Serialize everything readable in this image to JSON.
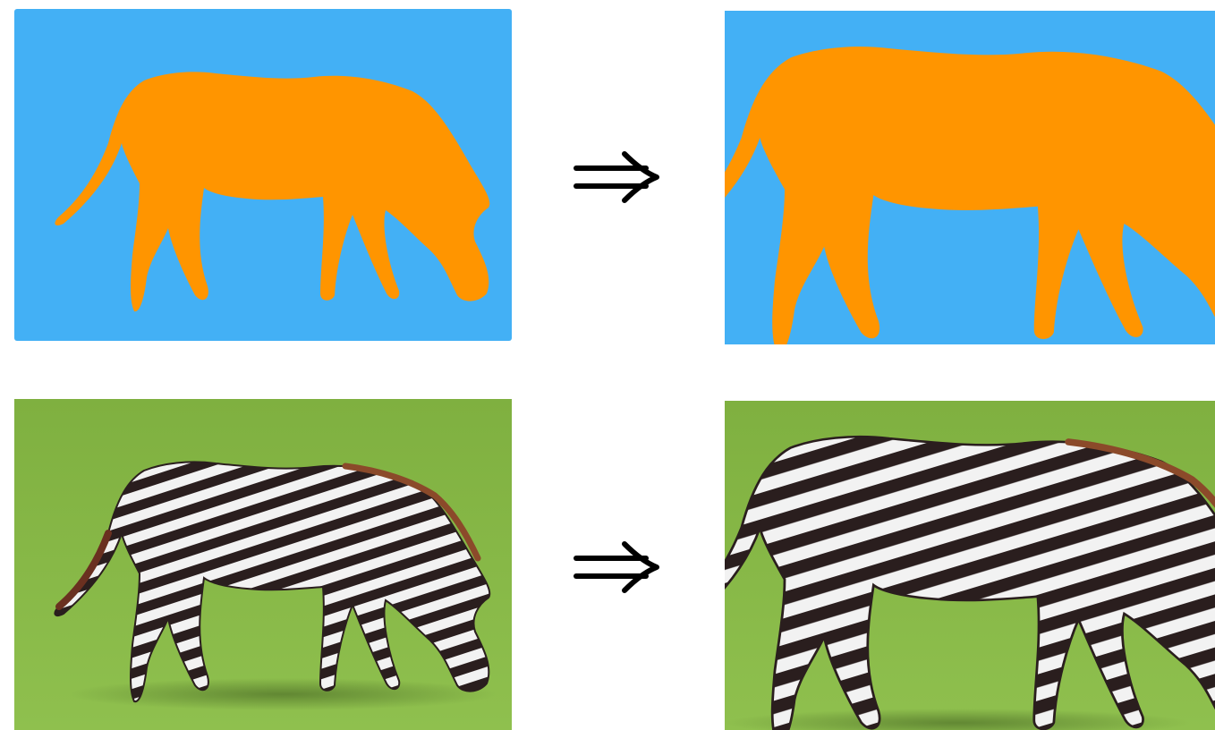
{
  "colors": {
    "mask_background": "#43b0f5",
    "mask_foreground": "#ff9500",
    "grass": "#7fb343",
    "stripe_dark": "#2a1e1e",
    "stripe_light": "#f2f2f2",
    "mane": "#8b4a2a",
    "arrow": "#000000"
  },
  "icons": {
    "arrow": "double-right-arrow-icon"
  },
  "panels": {
    "top_left": "segmentation-mask",
    "top_right": "segmentation-mask-cropped",
    "bottom_left": "zebra-photo",
    "bottom_right": "zebra-photo-cropped"
  }
}
